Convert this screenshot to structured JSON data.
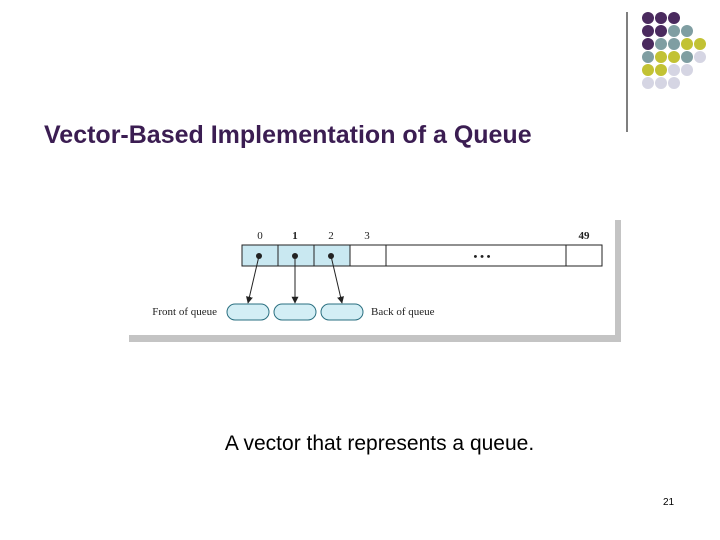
{
  "slide": {
    "title": "Vector-Based Implementation of a Queue",
    "caption": "A vector that represents a queue.",
    "page_number": "21"
  },
  "decoration": {
    "dot_colors": {
      "purple": "#4a2a5e",
      "teal": "#7f9ea2",
      "olive": "#c2c234",
      "lavender": "#d5d5e3"
    },
    "dot_grid": [
      [
        "purple",
        "purple",
        "purple"
      ],
      [
        "purple",
        "purple",
        "teal",
        "teal"
      ],
      [
        "purple",
        "teal",
        "teal",
        "olive",
        "olive"
      ],
      [
        "teal",
        "olive",
        "olive",
        "teal",
        "lavender"
      ],
      [
        "olive",
        "olive",
        "lavender",
        "lavender"
      ],
      [
        "lavender",
        "lavender",
        "lavender"
      ]
    ]
  },
  "figure": {
    "indices": [
      "0",
      "1",
      "2",
      "3",
      "49"
    ],
    "ellipsis": "• • •",
    "front_label": "Front of queue",
    "back_label": "Back of queue",
    "colors": {
      "filled_cell": "#c9e8f1",
      "node_fill": "#d3eef5",
      "border": "#222222",
      "frame_shadow": "#c4c4c4"
    }
  }
}
